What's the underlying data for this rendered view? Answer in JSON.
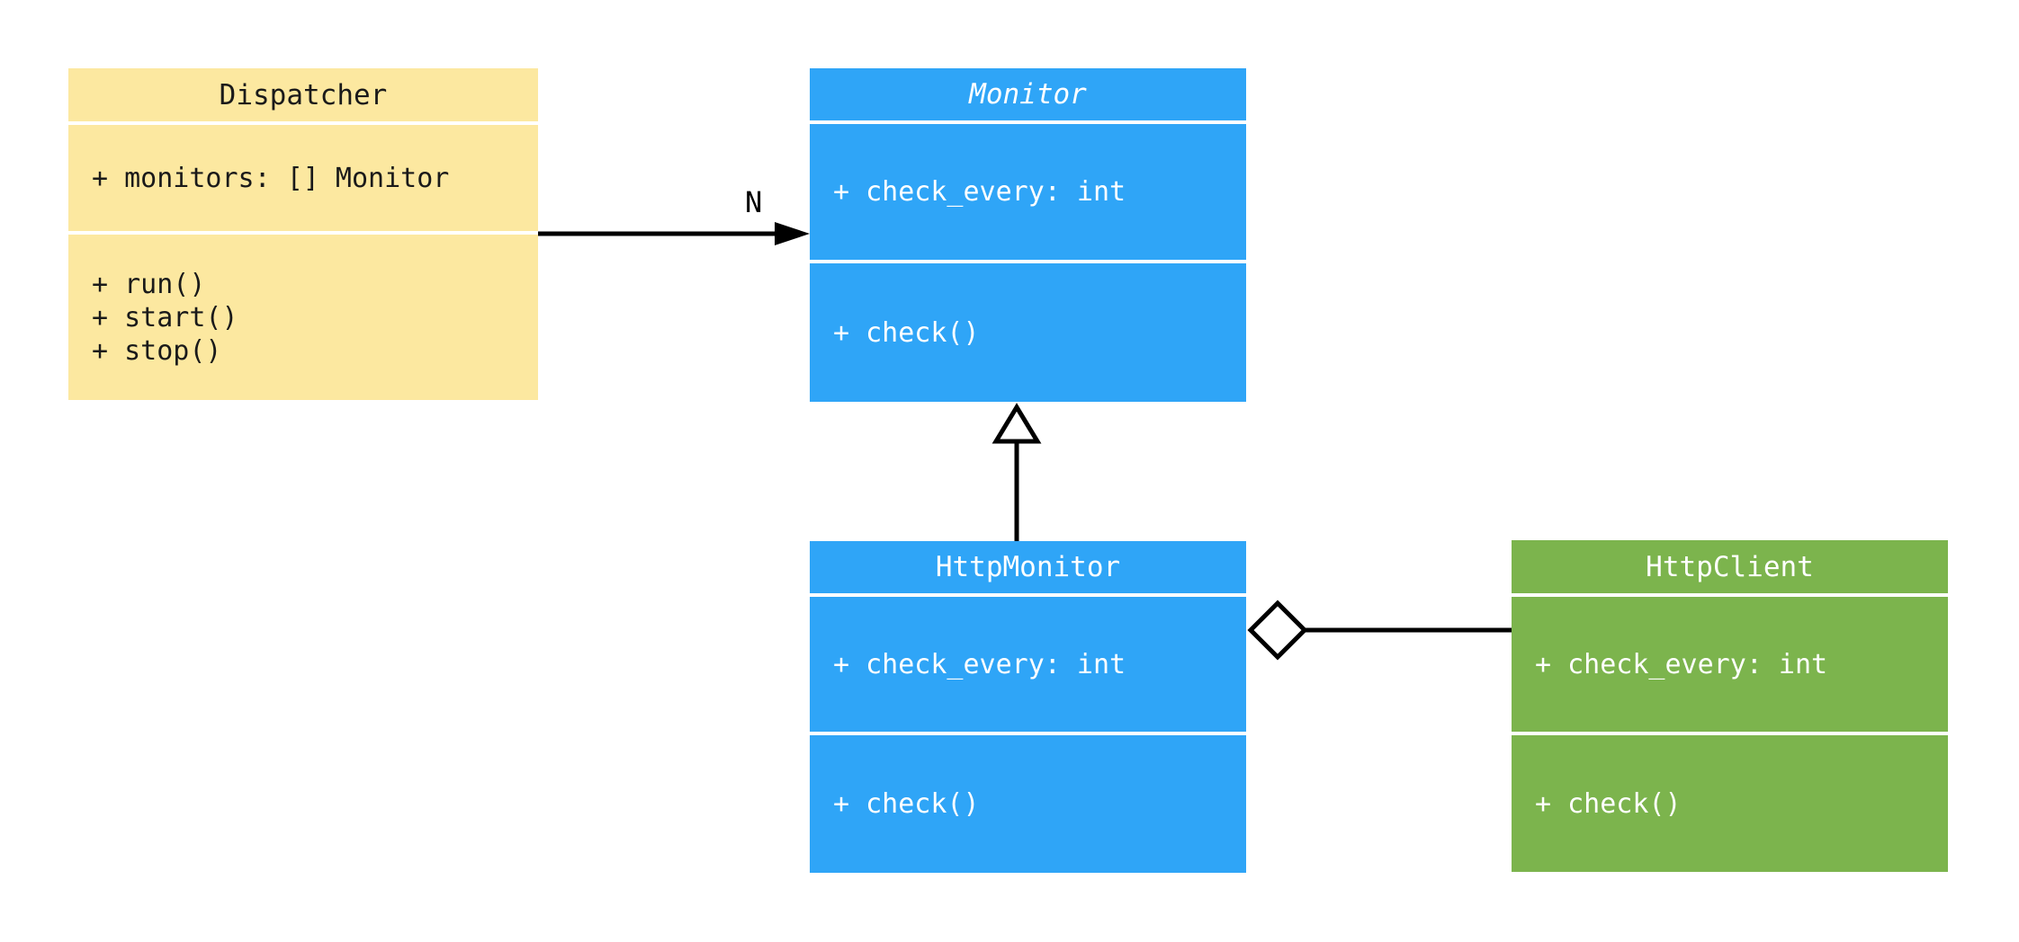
{
  "diagram": {
    "type": "uml-class-diagram",
    "background": "#FFFFFF",
    "line_color": "#000000",
    "classes": [
      {
        "name": "Dispatcher",
        "abstract": false,
        "attributes": [
          "+ monitors: [] Monitor"
        ],
        "methods": [
          "+ run()",
          "+ start()",
          "+ stop()"
        ],
        "fill": "#FCE8A0",
        "text_color": "#1A1A1A"
      },
      {
        "name": "Monitor",
        "abstract": true,
        "attributes": [
          "+ check_every: int"
        ],
        "methods": [
          "+ check()"
        ],
        "fill": "#2FA5F7",
        "text_color": "#FFFFFF"
      },
      {
        "name": "HttpMonitor",
        "abstract": false,
        "attributes": [
          "+ check_every: int"
        ],
        "methods": [
          "+ check()"
        ],
        "fill": "#2FA5F7",
        "text_color": "#FFFFFF"
      },
      {
        "name": "HttpClient",
        "abstract": false,
        "attributes": [
          "+ check_every: int"
        ],
        "methods": [
          "+ check()"
        ],
        "fill": "#7CB44D",
        "text_color": "#FFFFFF"
      }
    ],
    "relationships": [
      {
        "type": "association",
        "from": "Dispatcher",
        "to": "Monitor",
        "label": "N",
        "arrow": "filled-arrowhead"
      },
      {
        "type": "inheritance",
        "from": "HttpMonitor",
        "to": "Monitor",
        "arrow": "hollow-triangle"
      },
      {
        "type": "aggregation",
        "from": "HttpMonitor",
        "to": "HttpClient",
        "arrow": "hollow-diamond"
      }
    ]
  }
}
